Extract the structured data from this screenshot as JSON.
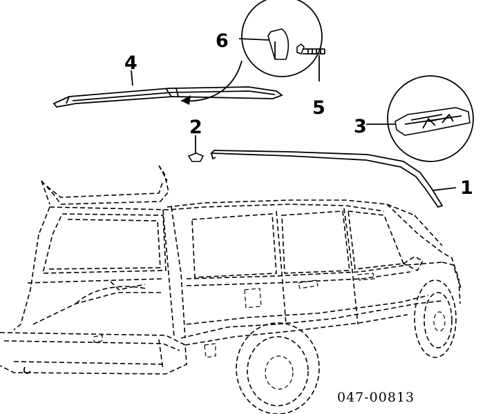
{
  "diagram": {
    "callouts": [
      {
        "id": "1",
        "label": "1"
      },
      {
        "id": "2",
        "label": "2"
      },
      {
        "id": "3",
        "label": "3"
      },
      {
        "id": "4",
        "label": "4"
      },
      {
        "id": "5",
        "label": "5"
      },
      {
        "id": "6",
        "label": "6"
      }
    ],
    "figure_code": "047-00813"
  }
}
